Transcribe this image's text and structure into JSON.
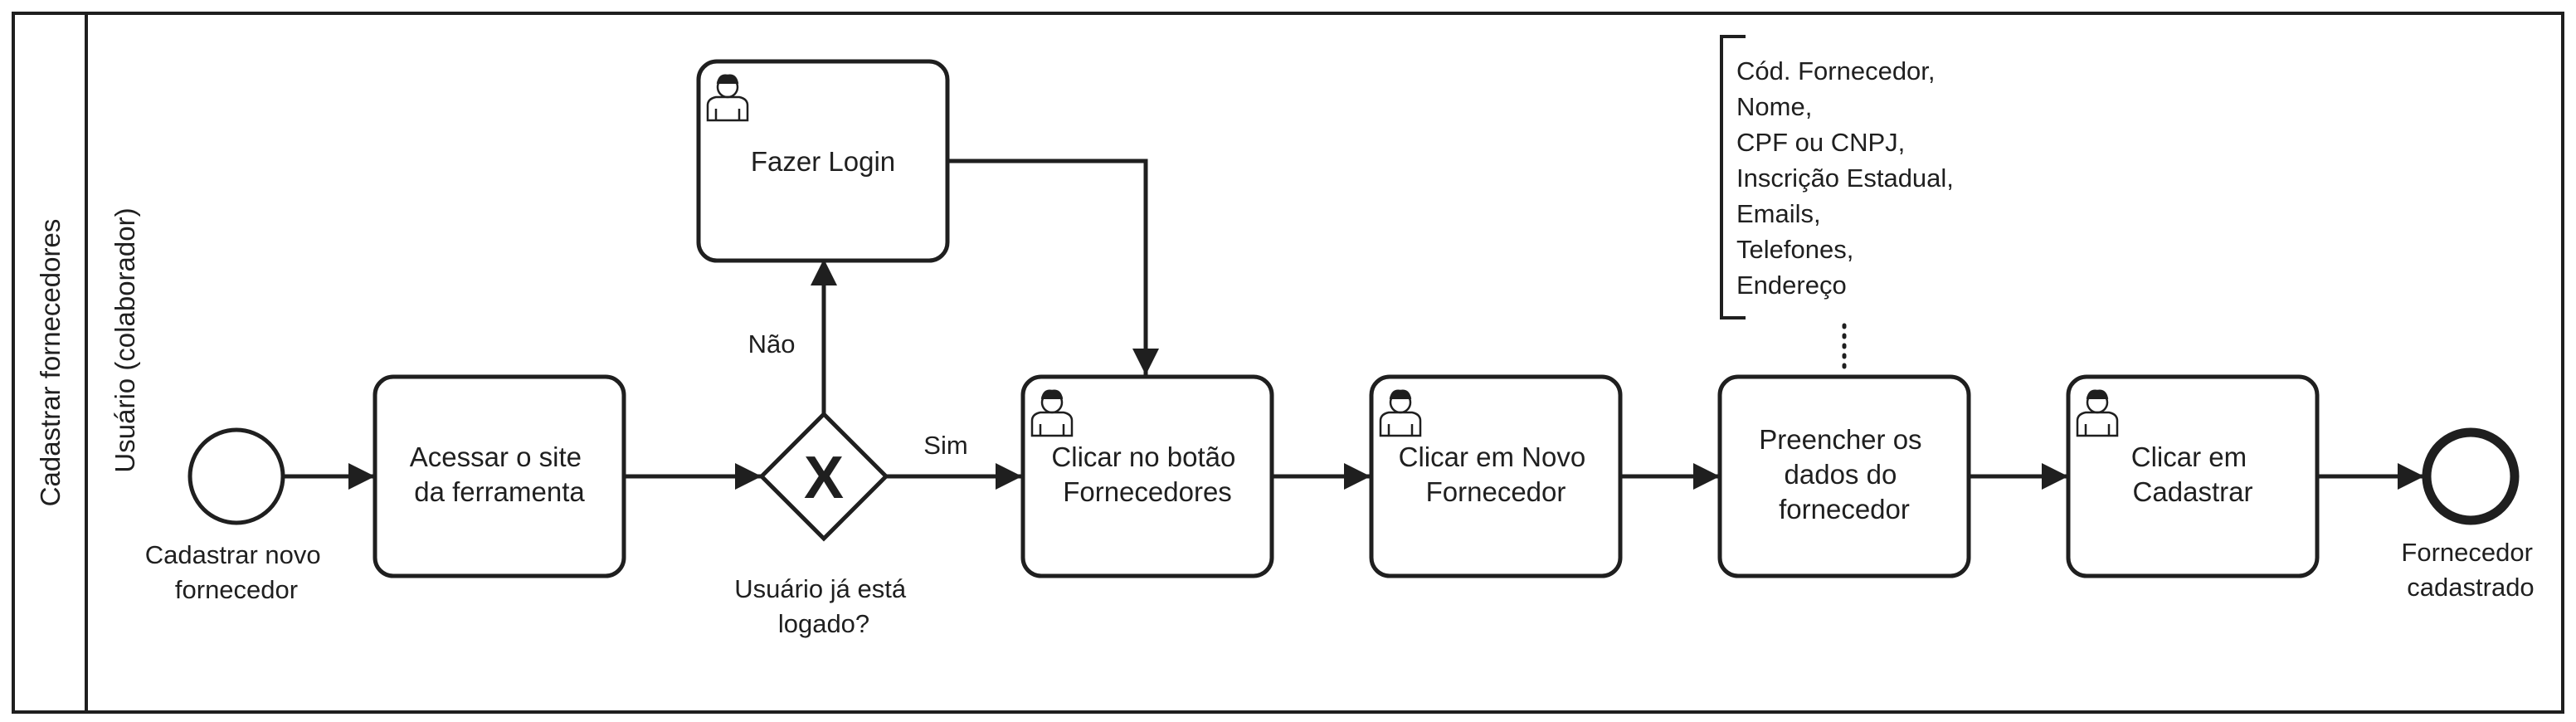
{
  "pool": {
    "label": "Cadastrar fornecedores"
  },
  "lane": {
    "label": "Usuário (colaborador)"
  },
  "start_event": {
    "label_lines": [
      "Cadastrar novo",
      "fornecedor"
    ]
  },
  "end_event": {
    "label_lines": [
      "Fornecedor",
      "cadastrado"
    ]
  },
  "tasks": [
    {
      "id": "acessar",
      "lines": [
        "Acessar o site",
        "da ferramenta"
      ],
      "user_task": false
    },
    {
      "id": "login",
      "lines": [
        "Fazer Login"
      ],
      "user_task": true
    },
    {
      "id": "fornecedores",
      "lines": [
        "Clicar no botão",
        "Fornecedores"
      ],
      "user_task": true
    },
    {
      "id": "novo",
      "lines": [
        "Clicar em Novo",
        "Fornecedor"
      ],
      "user_task": true
    },
    {
      "id": "preencher",
      "lines": [
        "Preencher os",
        "dados do",
        "fornecedor"
      ],
      "user_task": false
    },
    {
      "id": "cadastrar",
      "lines": [
        "Clicar em",
        "Cadastrar"
      ],
      "user_task": true
    }
  ],
  "gateway": {
    "marker": "X",
    "label_lines": [
      "Usuário já está",
      "logado?"
    ],
    "yes_label": "Sim",
    "no_label": "Não"
  },
  "annotation": {
    "lines": [
      "Cód. Fornecedor,",
      "Nome,",
      "CPF ou CNPJ,",
      "Inscrição Estadual,",
      "Emails,",
      "Telefones,",
      "Endereço"
    ]
  },
  "colors": {
    "stroke": "#1f1f1f",
    "background": "#ffffff"
  }
}
